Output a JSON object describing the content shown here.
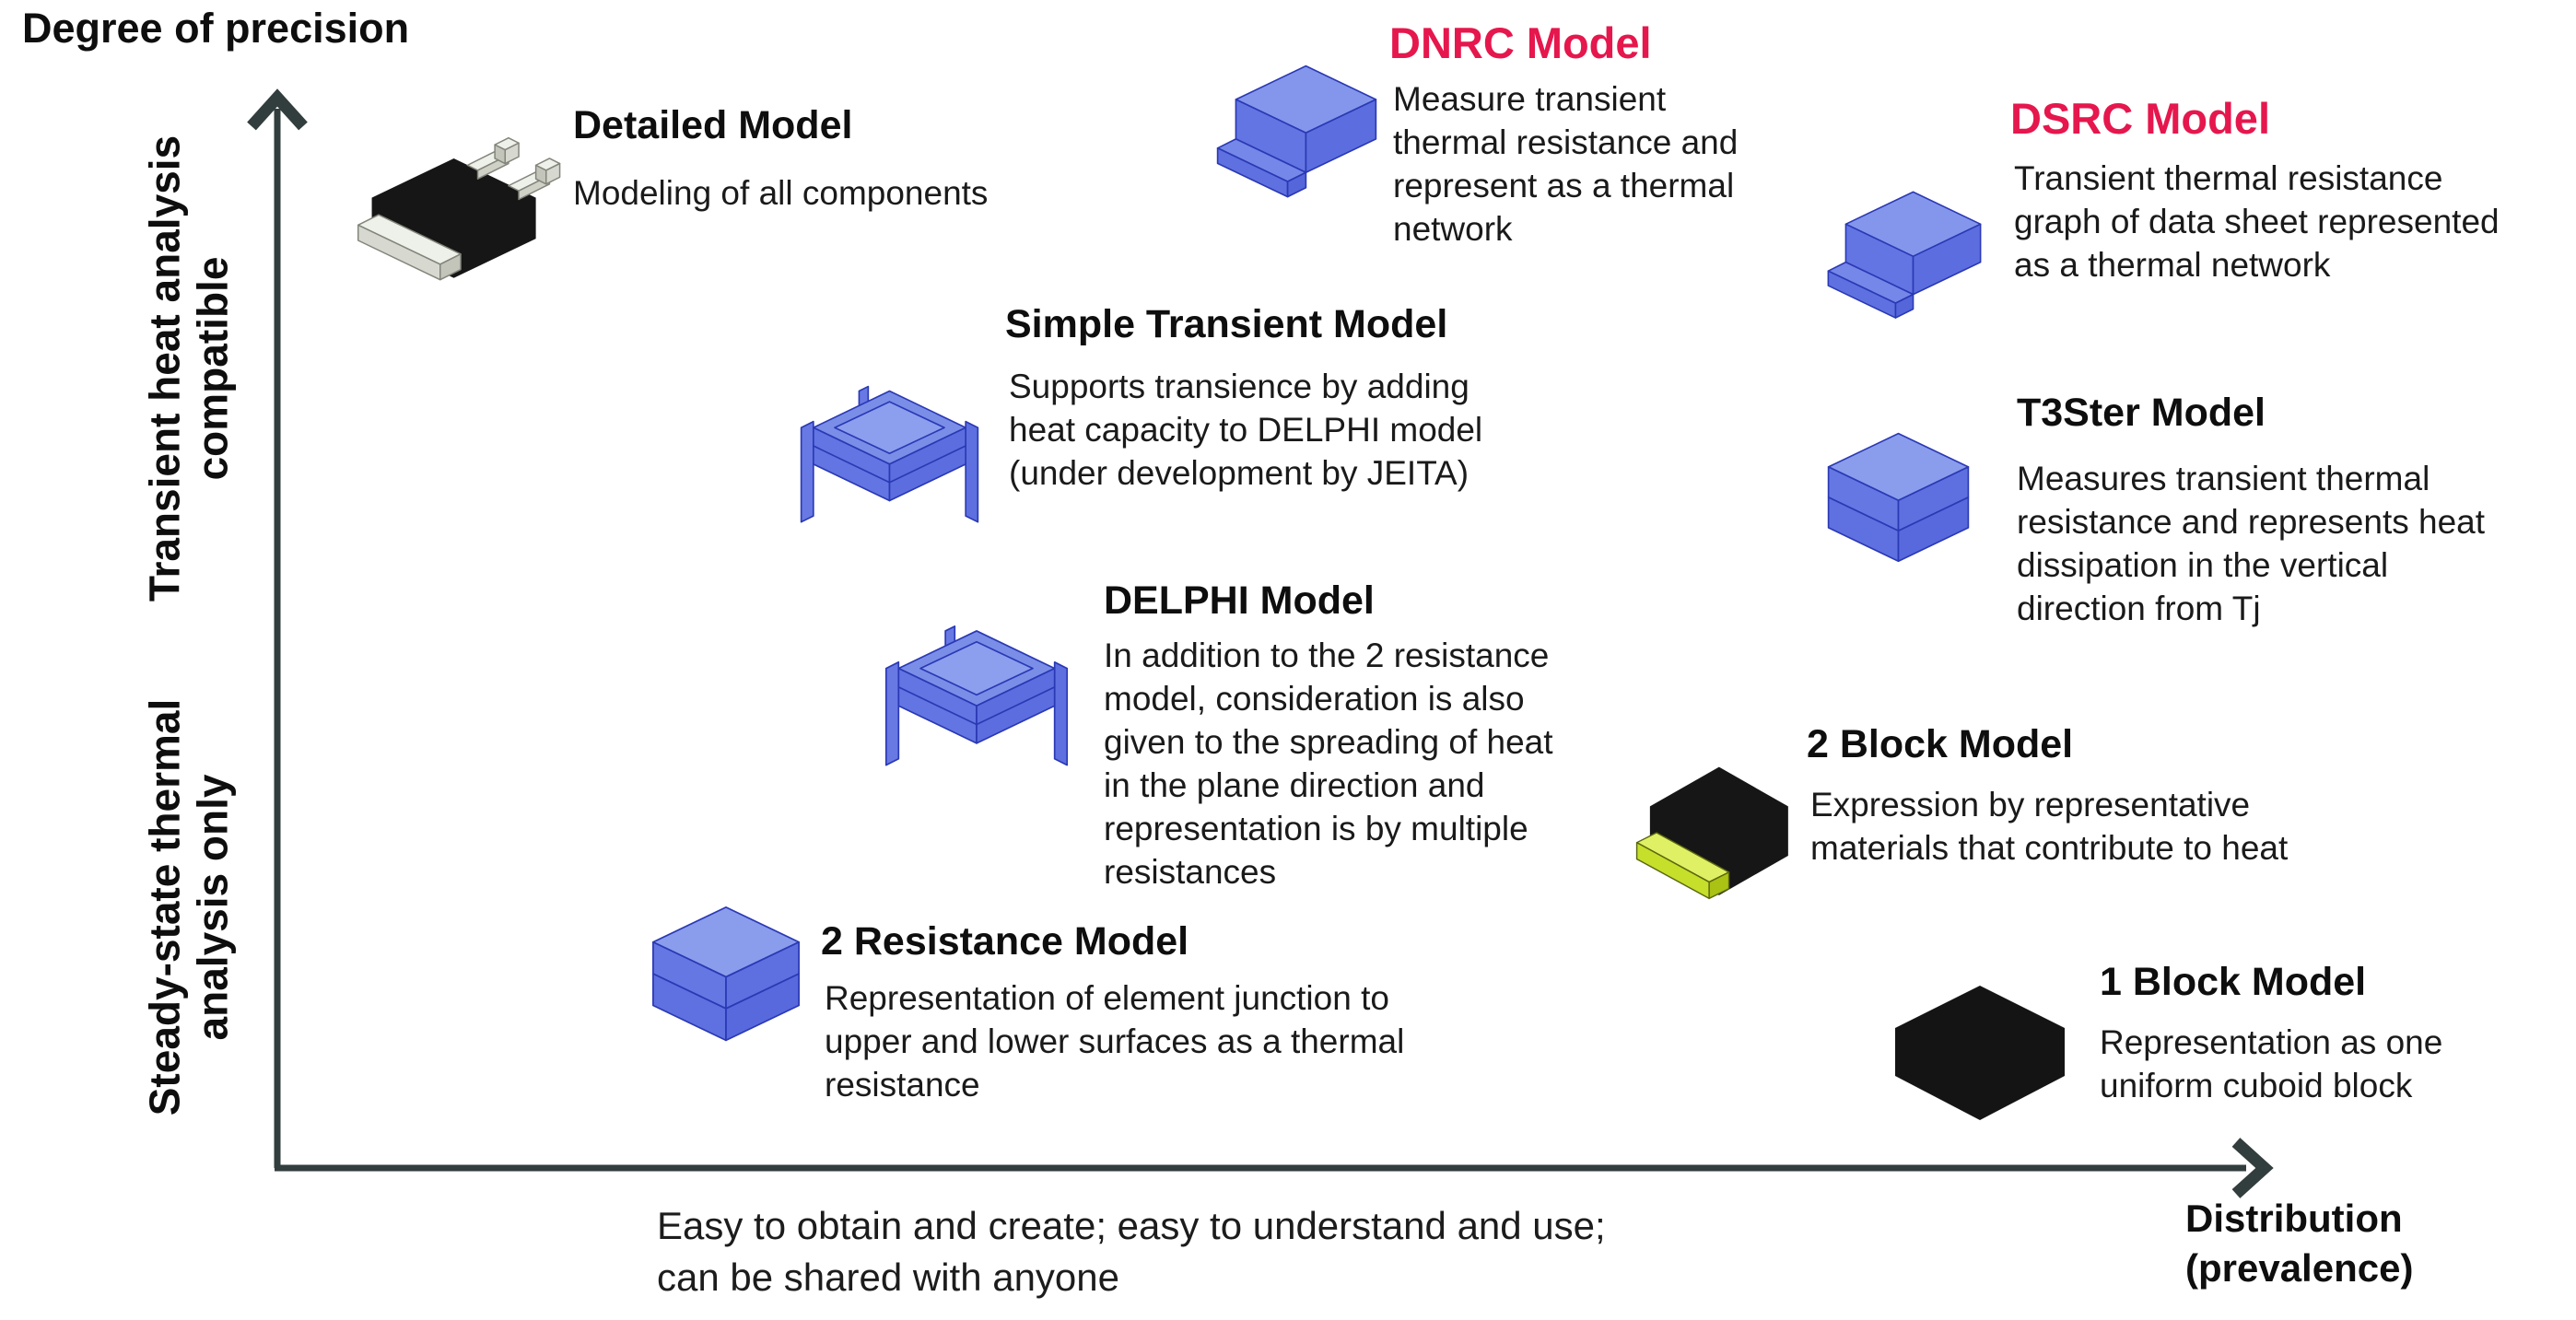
{
  "palette": {
    "red_title": "#e5174d",
    "axis_color": "#323d3d",
    "block_blue_top": "#8496ec",
    "block_blue_left": "#6375e2",
    "block_blue_right": "#5c6edf",
    "block_black": "#161616",
    "lead_gray": "#eef0ea",
    "accent_green": "#c6df2b"
  },
  "title": "Degree of precision",
  "y_axis": {
    "upper_label": "Transient heat analysis\ncompatible",
    "lower_label": "Steady-state thermal\nanalysis only"
  },
  "x_axis": {
    "caption": "Easy to obtain and create; easy to understand and use;\ncan be shared with anyone",
    "label": "Distribution\n(prevalence)"
  },
  "models": [
    {
      "id": "detailed",
      "name": "Detailed Model",
      "description": "Modeling of all components"
    },
    {
      "id": "dnrc",
      "name": "DNRC Model",
      "description": "Measure transient\nthermal resistance and\nrepresent as a thermal\nnetwork"
    },
    {
      "id": "dsrc",
      "name": "DSRC Model",
      "description": "Transient thermal resistance\ngraph of data sheet represented\nas a thermal network"
    },
    {
      "id": "simple-transient",
      "name": "Simple Transient Model",
      "description": "Supports transience by adding\nheat capacity to DELPHI model\n(under development by JEITA)"
    },
    {
      "id": "t3ster",
      "name": "T3Ster Model",
      "description": "Measures transient thermal\nresistance and represents heat\ndissipation in the vertical\ndirection from Tj"
    },
    {
      "id": "delphi",
      "name": "DELPHI Model",
      "description": "In addition to the 2 resistance\nmodel, consideration is also\ngiven to the spreading of heat\nin the plane direction and\nrepresentation is by multiple\nresistances"
    },
    {
      "id": "2-block",
      "name": "2 Block Model",
      "description": "Expression by representative\nmaterials that contribute to heat"
    },
    {
      "id": "2-resistance",
      "name": "2 Resistance Model",
      "description": "Representation of element junction to\nupper and lower surfaces as a thermal\nresistance"
    },
    {
      "id": "1-block",
      "name": "1 Block Model",
      "description": "Representation as one\nuniform cuboid block"
    }
  ]
}
